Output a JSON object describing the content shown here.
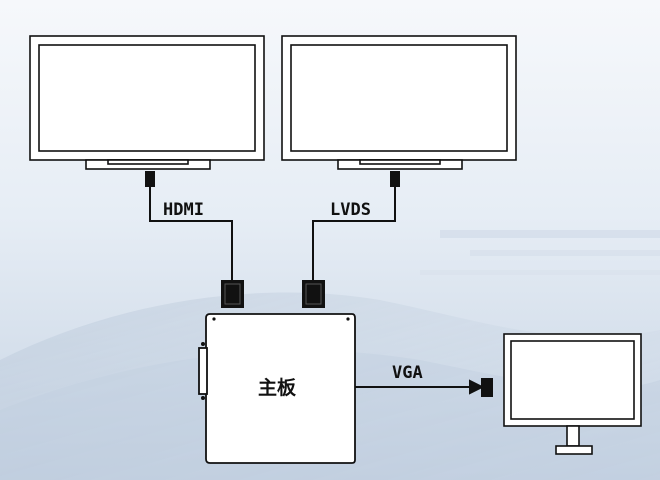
{
  "diagram": {
    "monitors": [
      {
        "id": "left",
        "interface": "HDMI"
      },
      {
        "id": "right",
        "interface": "LVDS"
      },
      {
        "id": "small",
        "interface": "VGA"
      }
    ],
    "mainboard_label": "主板",
    "labels": {
      "hdmi": "HDMI",
      "lvds": "LVDS",
      "vga": "VGA"
    },
    "colors": {
      "line": "#111111",
      "screen_fill": "#ffffff",
      "background_top": "#f3f6fa",
      "background_bottom": "#c9d6e6"
    }
  }
}
